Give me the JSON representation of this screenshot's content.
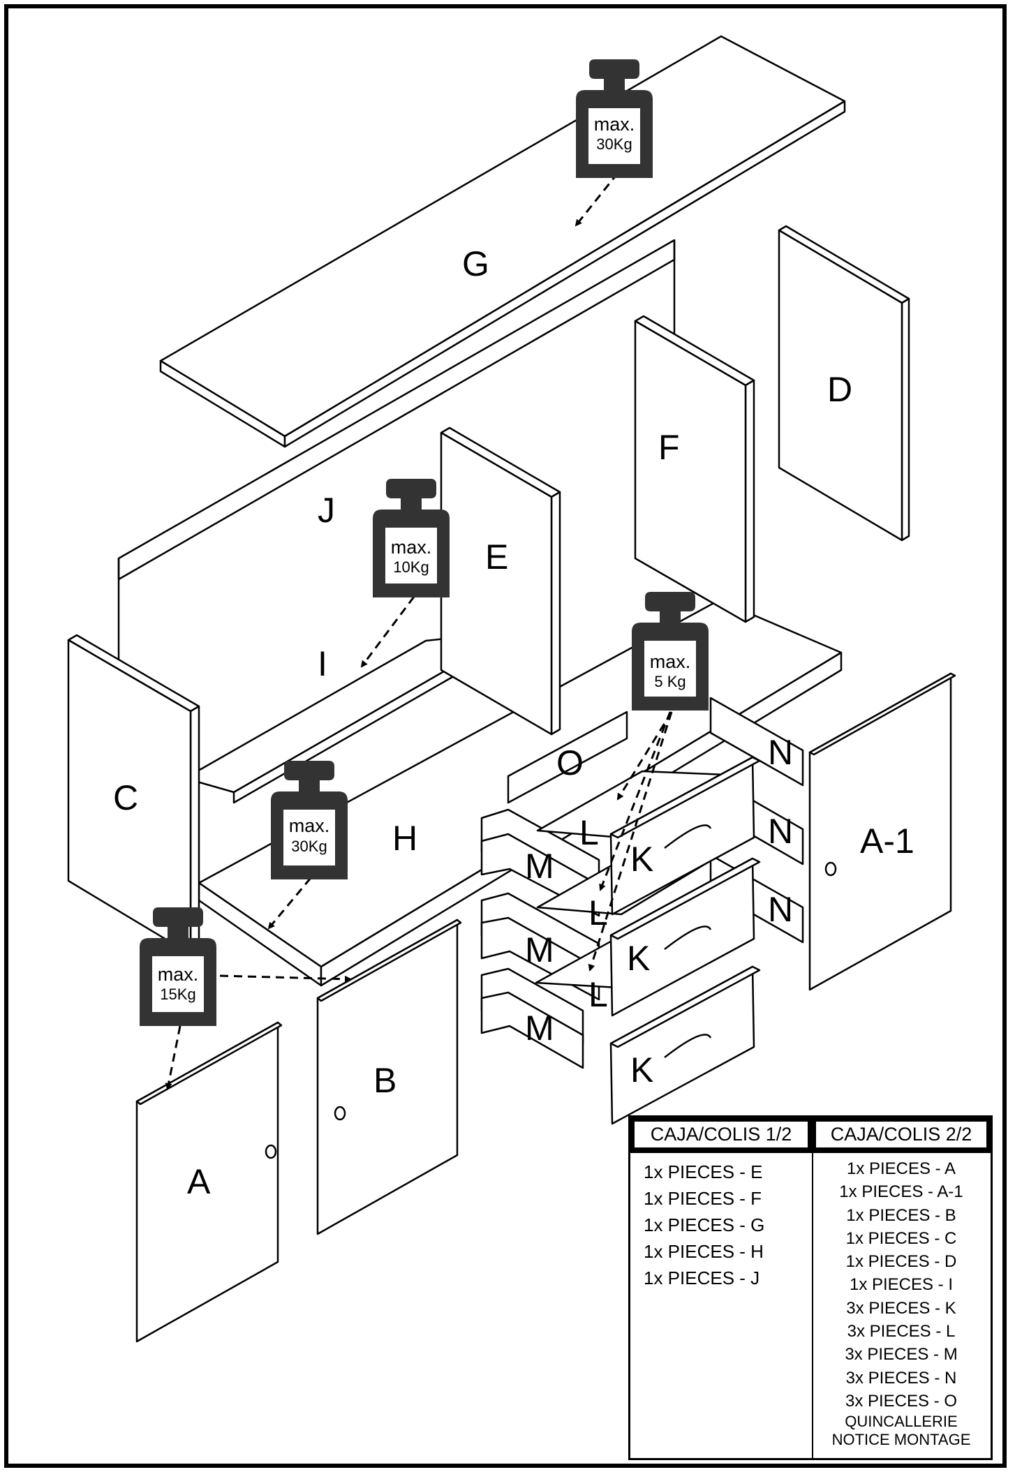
{
  "part_labels": {
    "A": "A",
    "A1": "A-1",
    "B": "B",
    "C": "C",
    "D": "D",
    "E": "E",
    "F": "F",
    "G": "G",
    "H": "H",
    "I": "I",
    "J": "J",
    "K": "K",
    "L": "L",
    "M": "M",
    "N": "N",
    "O": "O"
  },
  "weights": [
    {
      "line1": "max.",
      "line2": "30Kg"
    },
    {
      "line1": "max.",
      "line2": "10Kg"
    },
    {
      "line1": "max.",
      "line2": "5 Kg"
    },
    {
      "line1": "max.",
      "line2": "30Kg"
    },
    {
      "line1": "max.",
      "line2": "15Kg"
    }
  ],
  "table": {
    "box1": {
      "header": "CAJA/COLIS 1/2",
      "items": [
        "1x PIECES - E",
        "1x PIECES - F",
        "1x PIECES - G",
        "1x PIECES - H",
        "1x PIECES - J"
      ]
    },
    "box2": {
      "header": "CAJA/COLIS 2/2",
      "items": [
        "1x PIECES - A",
        "1x PIECES - A-1",
        "1x PIECES - B",
        "1x PIECES - C",
        "1x PIECES - D",
        "1x PIECES - I",
        "3x PIECES - K",
        "3x PIECES - L",
        "3x PIECES - M",
        "3x PIECES - N",
        "3x PIECES - O",
        "QUINCALLERIE",
        "NOTICE MONTAGE"
      ]
    }
  },
  "colors": {
    "line": "#000000",
    "weight_icon": "#333333",
    "background": "#ffffff"
  }
}
